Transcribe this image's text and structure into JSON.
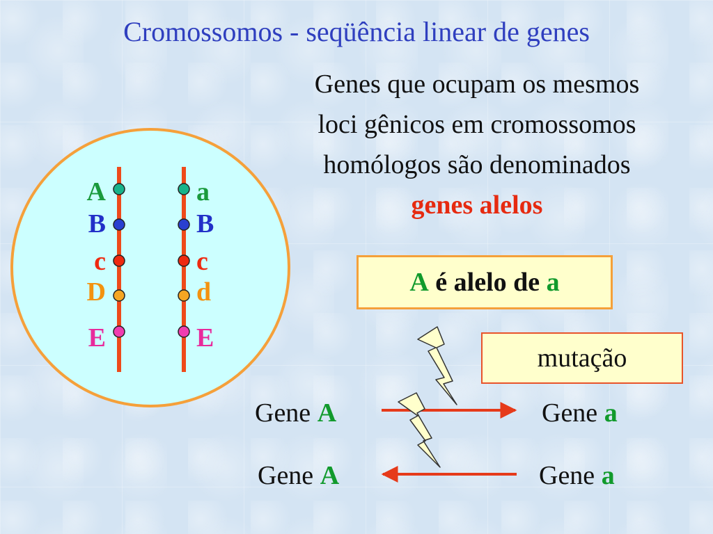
{
  "title": "Cromossomos - seqüência linear de genes",
  "description": {
    "lines": [
      "Genes que ocupam os mesmos",
      "loci gênicos em cromossomos",
      "homólogos são denominados"
    ],
    "highlight": "genes alelos"
  },
  "allele_statement": {
    "left": "A",
    "middle": "é alelo de",
    "right": "a"
  },
  "mutation_label": "mutação",
  "gene_rows": [
    {
      "left_word": "Gene",
      "left_allele": "A",
      "right_word": "Gene",
      "right_allele": "a",
      "arrow": "right"
    },
    {
      "left_word": "Gene",
      "left_allele": "A",
      "right_word": "Gene",
      "right_allele": "a",
      "arrow": "left"
    }
  ],
  "chromosome_left": {
    "genes": [
      {
        "label": "A",
        "color": "#1a9a3c",
        "dot": "#17b38a"
      },
      {
        "label": "B",
        "color": "#2230c8",
        "dot": "#2a3fd0"
      },
      {
        "label": "c",
        "color": "#ee2a10",
        "dot": "#ee2a10"
      },
      {
        "label": "D",
        "color": "#f3920f",
        "dot": "#f5a623"
      },
      {
        "label": "E",
        "color": "#e82b9c",
        "dot": "#f03db0"
      }
    ]
  },
  "chromosome_right": {
    "genes": [
      {
        "label": "a",
        "color": "#1a9a3c",
        "dot": "#17b38a"
      },
      {
        "label": "B",
        "color": "#2230c8",
        "dot": "#2a3fd0"
      },
      {
        "label": "c",
        "color": "#ee2a10",
        "dot": "#ee2a10"
      },
      {
        "label": "d",
        "color": "#f3920f",
        "dot": "#f5a623"
      },
      {
        "label": "E",
        "color": "#e82b9c",
        "dot": "#f03db0"
      }
    ]
  },
  "colors": {
    "title": "#2f3fbf",
    "highlight": "#e62a10",
    "allele_green": "#119a2c",
    "cell_fill": "#ccffff",
    "cell_border": "#f5a03a",
    "chromosome": "#ee4a1a",
    "arrow": "#e63a1a",
    "bolt_fill": "#ffffcc"
  }
}
